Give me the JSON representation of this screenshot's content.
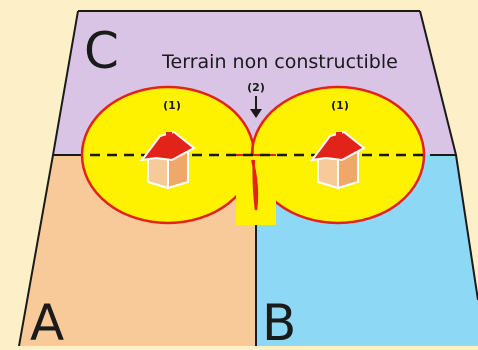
{
  "regions": {
    "a": {
      "letter": "A",
      "color": "#F9CA99"
    },
    "b": {
      "letter": "B",
      "color": "#8DD8F5"
    },
    "c": {
      "letter": "C",
      "color": "#D9C4E6"
    }
  },
  "title": "Terrain non constructible",
  "zones": {
    "left_label": "(1)",
    "right_label": "(2)",
    "far_right_label": "(1)"
  },
  "colors": {
    "background": "#FDF0C9",
    "zone_fill": "#FFF200",
    "zone_stroke": "#E2231A",
    "overlap_fill": "#2A6FB7",
    "roof": "#E2231A",
    "wall_front": "#F9CA99",
    "wall_side": "#F0A86A",
    "line": "#1A1A1A"
  },
  "icons": {
    "house_left": "house-icon",
    "house_right": "house-icon"
  }
}
